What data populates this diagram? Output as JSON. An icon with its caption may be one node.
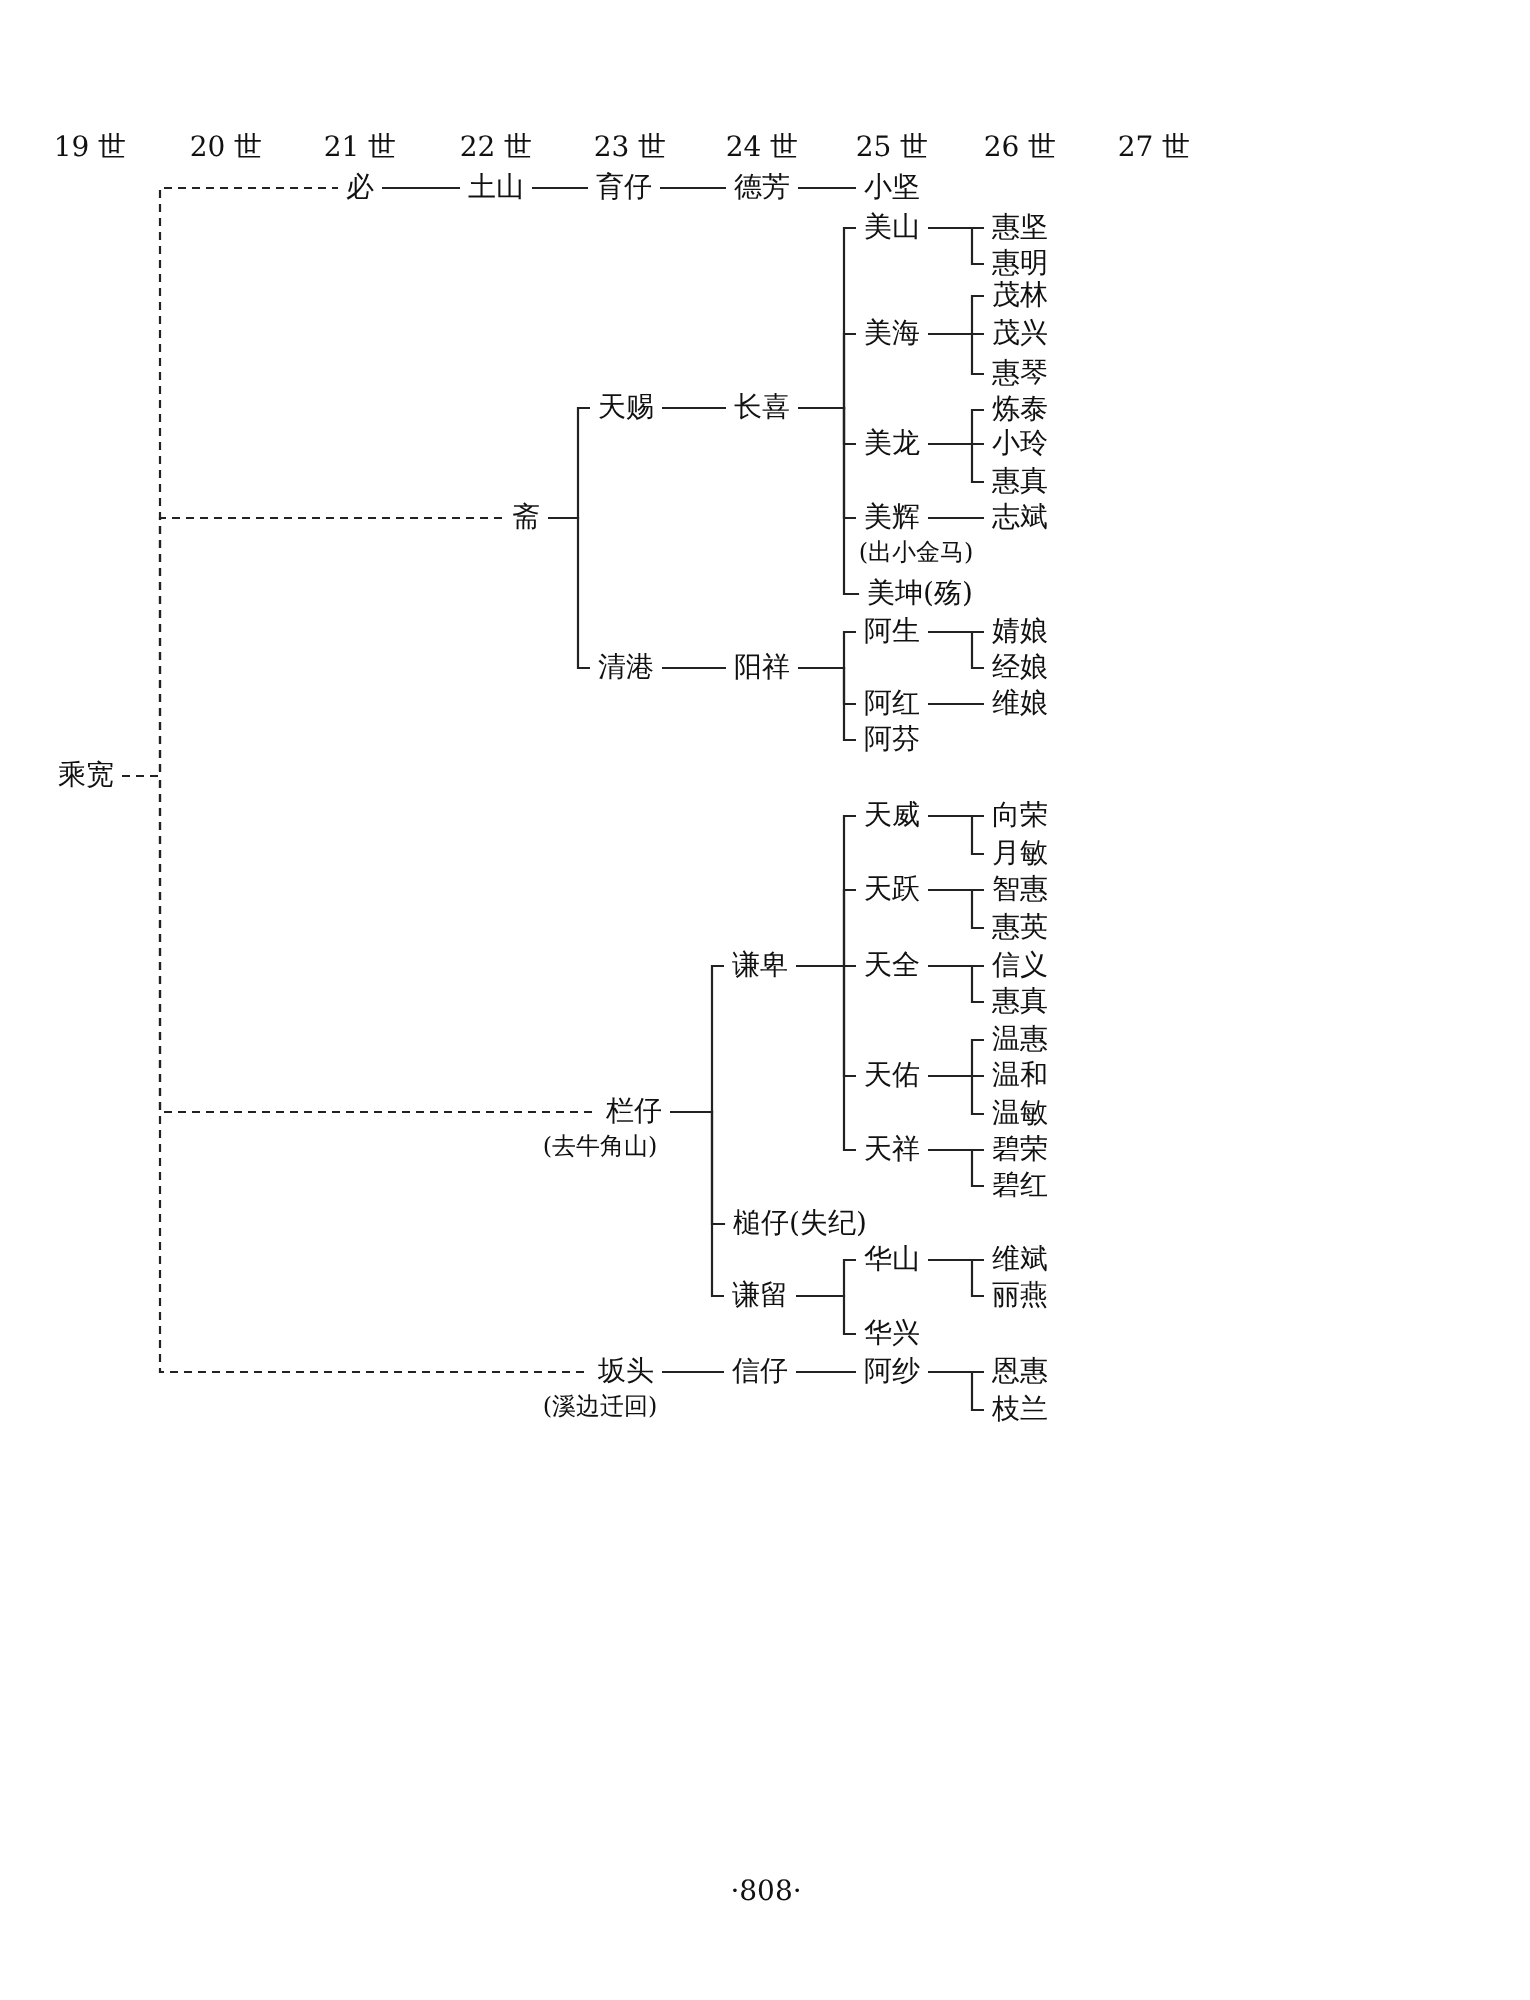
{
  "diagram": {
    "nodes": [
      {
        "text": [
          "乘宽"
        ]
      },
      {
        "text": [
          "必"
        ]
      },
      {
        "text": [
          "土山"
        ]
      },
      {
        "text": [
          "育仔"
        ]
      },
      {
        "text": [
          "德芳"
        ]
      },
      {
        "text": [
          "小坚"
        ]
      },
      {
        "text": [
          "斋"
        ]
      },
      {
        "text": [
          "天赐"
        ]
      },
      {
        "text": [
          "长喜"
        ]
      },
      {
        "text": [
          "美山"
        ]
      },
      {
        "text": [
          "惠坚"
        ]
      },
      {
        "text": [
          "惠明"
        ]
      },
      {
        "text": [
          "美海"
        ]
      },
      {
        "text": [
          "茂林"
        ]
      },
      {
        "text": [
          "茂兴"
        ]
      },
      {
        "text": [
          "惠琴"
        ]
      },
      {
        "text": [
          "美龙"
        ]
      },
      {
        "text": [
          "炼泰"
        ]
      },
      {
        "text": [
          "小玲"
        ]
      },
      {
        "text": [
          "惠真"
        ]
      },
      {
        "text": [
          "美辉"
        ],
        "beside": [
          "(出小金马)"
        ]
      },
      {
        "text": [
          "志斌"
        ]
      },
      {
        "text": [
          "美坤(殇)"
        ]
      },
      {
        "text": [
          "清港"
        ]
      },
      {
        "text": [
          "阳祥"
        ]
      },
      {
        "text": [
          "阿生"
        ]
      },
      {
        "text": [
          "婧娘"
        ]
      },
      {
        "text": [
          "经娘"
        ]
      },
      {
        "text": [
          "阿红"
        ]
      },
      {
        "text": [
          "维娘"
        ]
      },
      {
        "text": [
          "阿芬"
        ]
      },
      {
        "text": [
          "栏仔"
        ],
        "beside": [
          "(去牛角山)"
        ]
      },
      {
        "text": [
          "谦卑"
        ]
      },
      {
        "text": [
          "天威"
        ]
      },
      {
        "text": [
          "向荣"
        ]
      },
      {
        "text": [
          "月敏"
        ]
      },
      {
        "text": [
          "天跃"
        ]
      },
      {
        "text": [
          "智惠"
        ]
      },
      {
        "text": [
          "惠英"
        ]
      },
      {
        "text": [
          "天全"
        ]
      },
      {
        "text": [
          "信义"
        ]
      },
      {
        "text": [
          "惠真"
        ]
      },
      {
        "text": [
          "天佑"
        ]
      },
      {
        "text": [
          "温惠"
        ]
      },
      {
        "text": [
          "温和"
        ]
      },
      {
        "text": [
          "温敏"
        ]
      },
      {
        "text": [
          "天祥"
        ]
      },
      {
        "text": [
          "碧荣"
        ]
      },
      {
        "text": [
          "碧红"
        ]
      },
      {
        "text": [
          "槌仔(失纪)"
        ]
      },
      {
        "text": [
          "谦留"
        ]
      },
      {
        "text": [
          "华山"
        ]
      },
      {
        "text": [
          "维斌"
        ]
      },
      {
        "text": [
          "丽燕"
        ]
      },
      {
        "text": [
          "华兴"
        ]
      },
      {
        "text": [
          "坂头"
        ],
        "beside": [
          "(溪边迁回)"
        ]
      },
      {
        "text": [
          "信仔"
        ]
      },
      {
        "text": [
          "阿纱"
        ]
      },
      {
        "text": [
          "恩惠"
        ]
      },
      {
        "text": [
          "枝兰"
        ]
      }
    ],
    "edges": [
      {
        "from": 0,
        "to": 1,
        "arrow": "none",
        "style": "dashed"
      },
      {
        "from": 1,
        "to": 2,
        "arrow": "none"
      },
      {
        "from": 2,
        "to": 3,
        "arrow": "none"
      },
      {
        "from": 3,
        "to": 4,
        "arrow": "none"
      },
      {
        "from": 4,
        "to": 5,
        "arrow": "none"
      },
      {
        "from": 0,
        "to": 6,
        "arrow": "none",
        "style": "dashed"
      },
      {
        "from": 6,
        "to": 7,
        "arrow": "none"
      },
      {
        "from": 7,
        "to": 8,
        "arrow": "none"
      },
      {
        "from": 8,
        "to": 9,
        "arrow": "none"
      },
      {
        "from": 9,
        "to": 10,
        "arrow": "none"
      },
      {
        "from": 9,
        "to": 11,
        "arrow": "none"
      },
      {
        "from": 8,
        "to": 12,
        "arrow": "none"
      },
      {
        "from": 12,
        "to": 13,
        "arrow": "none"
      },
      {
        "from": 12,
        "to": 14,
        "arrow": "none"
      },
      {
        "from": 12,
        "to": 15,
        "arrow": "none"
      },
      {
        "from": 8,
        "to": 16,
        "arrow": "none"
      },
      {
        "from": 16,
        "to": 17,
        "arrow": "none"
      },
      {
        "from": 16,
        "to": 18,
        "arrow": "none"
      },
      {
        "from": 16,
        "to": 19,
        "arrow": "none"
      },
      {
        "from": 8,
        "to": 20,
        "arrow": "none"
      },
      {
        "from": 20,
        "to": 21,
        "arrow": "none"
      },
      {
        "from": 8,
        "to": 22,
        "arrow": "none"
      },
      {
        "from": 6,
        "to": 23,
        "arrow": "none"
      },
      {
        "from": 23,
        "to": 24,
        "arrow": "none"
      },
      {
        "from": 24,
        "to": 25,
        "arrow": "none"
      },
      {
        "from": 25,
        "to": 26,
        "arrow": "none"
      },
      {
        "from": 25,
        "to": 27,
        "arrow": "none"
      },
      {
        "from": 24,
        "to": 28,
        "arrow": "none"
      },
      {
        "from": 28,
        "to": 29,
        "arrow": "none"
      },
      {
        "from": 24,
        "to": 30,
        "arrow": "none"
      },
      {
        "from": 0,
        "to": 31,
        "arrow": "none",
        "style": "dashed"
      },
      {
        "from": 31,
        "to": 32,
        "arrow": "none"
      },
      {
        "from": 32,
        "to": 33,
        "arrow": "none"
      },
      {
        "from": 33,
        "to": 34,
        "arrow": "none"
      },
      {
        "from": 33,
        "to": 35,
        "arrow": "none"
      },
      {
        "from": 32,
        "to": 36,
        "arrow": "none"
      },
      {
        "from": 36,
        "to": 37,
        "arrow": "none"
      },
      {
        "from": 36,
        "to": 38,
        "arrow": "none"
      },
      {
        "from": 32,
        "to": 39,
        "arrow": "none"
      },
      {
        "from": 39,
        "to": 40,
        "arrow": "none"
      },
      {
        "from": 39,
        "to": 41,
        "arrow": "none"
      },
      {
        "from": 32,
        "to": 42,
        "arrow": "none"
      },
      {
        "from": 42,
        "to": 43,
        "arrow": "none"
      },
      {
        "from": 42,
        "to": 44,
        "arrow": "none"
      },
      {
        "from": 42,
        "to": 45,
        "arrow": "none"
      },
      {
        "from": 32,
        "to": 46,
        "arrow": "none"
      },
      {
        "from": 46,
        "to": 47,
        "arrow": "none"
      },
      {
        "from": 46,
        "to": 48,
        "arrow": "none"
      },
      {
        "from": 31,
        "to": 49,
        "arrow": "none"
      },
      {
        "from": 31,
        "to": 50,
        "arrow": "none"
      },
      {
        "from": 50,
        "to": 51,
        "arrow": "none"
      },
      {
        "from": 51,
        "to": 52,
        "arrow": "none"
      },
      {
        "from": 51,
        "to": 53,
        "arrow": "none"
      },
      {
        "from": 50,
        "to": 54,
        "arrow": "none"
      },
      {
        "from": 0,
        "to": 55,
        "arrow": "none",
        "style": "dashed"
      },
      {
        "from": 55,
        "to": 56,
        "arrow": "none"
      },
      {
        "from": 56,
        "to": 57,
        "arrow": "none"
      },
      {
        "from": 57,
        "to": 58,
        "arrow": "none"
      },
      {
        "from": 57,
        "to": 59,
        "arrow": "none"
      }
    ],
    "labels": [
      "19 世",
      "20 世",
      "21 世",
      "22 世",
      "23 世",
      "24 世",
      "25 世",
      "26 世",
      "27 世",
      "·808·"
    ]
  }
}
